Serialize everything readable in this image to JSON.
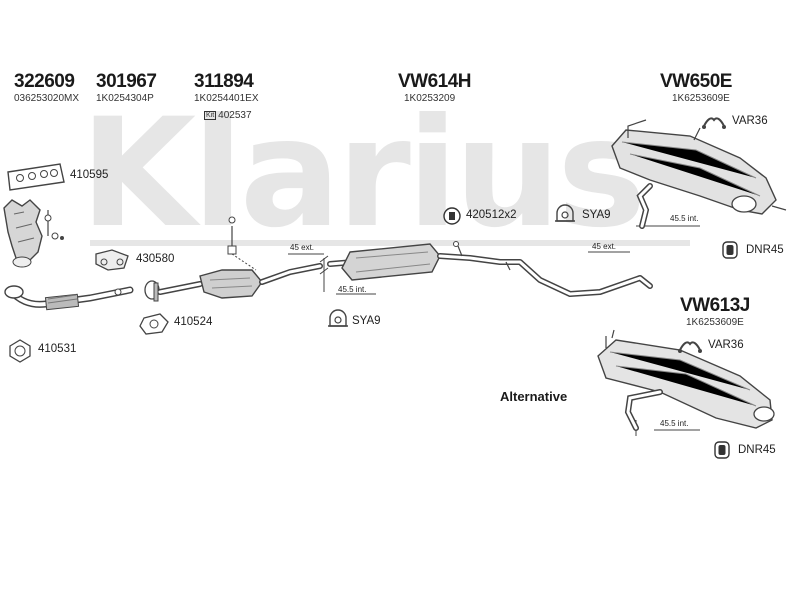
{
  "watermark": "Klarius",
  "colors": {
    "line": "#444444",
    "shade": "#bdbdbd",
    "watermark": "#e6e6e6"
  },
  "labels": {
    "p322609": "322609",
    "p322609_ref": "036253020MX",
    "p301967": "301967",
    "p301967_ref": "1K0254304P",
    "p311894": "311894",
    "p311894_ref": "1K0254401EX",
    "kit_icon": "Kit",
    "kit_part": "402537",
    "vw614h": "VW614H",
    "vw614h_ref": "1K0253209",
    "vw650e": "VW650E",
    "vw650e_ref": "1K6253609E",
    "vw613j": "VW613J",
    "vw613j_ref": "1K6253609E",
    "gasket_410595": "410595",
    "clamp_430580": "430580",
    "gasket_410524": "410524",
    "ring_410531": "410531",
    "bolts_420512": "420512x2",
    "sya9_top": "SYA9",
    "sya9_mid": "SYA9",
    "var36_top": "VAR36",
    "var36_bottom": "VAR36",
    "dnr45_top": "DNR45",
    "dnr45_bottom": "DNR45",
    "dim_45_ext_left": "45 ext.",
    "dim_45_5_int_left": "45.5 int.",
    "dim_45_ext_right": "45 ext.",
    "dim_45_5_int_right": "45.5 int.",
    "dim_45_5_int_bottom": "45.5 int.",
    "alternative": "Alternative"
  }
}
